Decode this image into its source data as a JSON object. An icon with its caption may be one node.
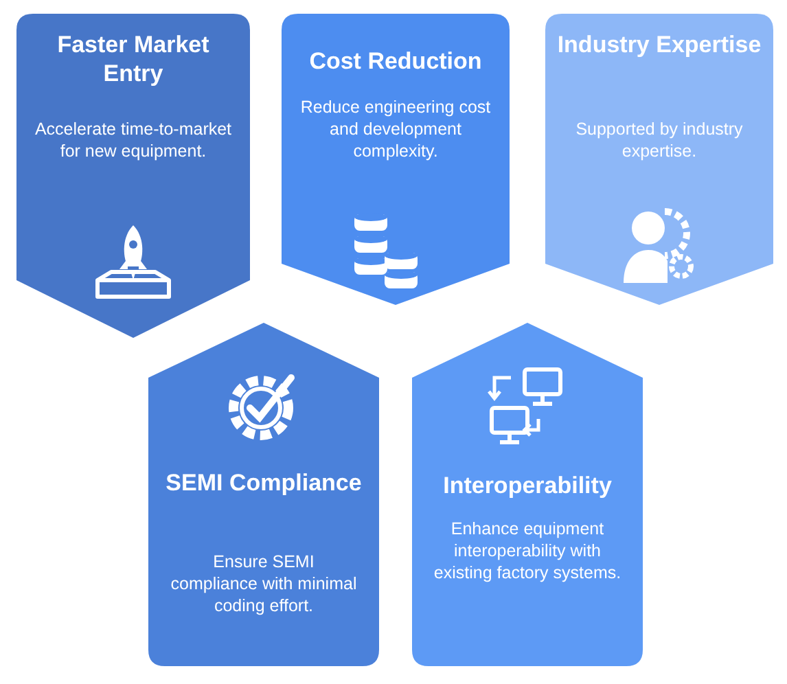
{
  "diagram": {
    "nodes": [
      {
        "text": [
          "Faster Market Entry",
          "Accelerate time-to-market for new equipment."
        ]
      },
      {
        "text": [
          "Cost Reduction",
          "Reduce engineering cost and development complexity."
        ]
      },
      {
        "text": [
          "Industry Expertise",
          "Supported by industry expertise."
        ]
      },
      {
        "text": [
          "SEMI Compliance",
          "Ensure SEMI compliance with minimal coding effort."
        ]
      },
      {
        "text": [
          "Interoperability",
          "Enhance equipment interoperability with existing factory systems."
        ]
      }
    ]
  }
}
